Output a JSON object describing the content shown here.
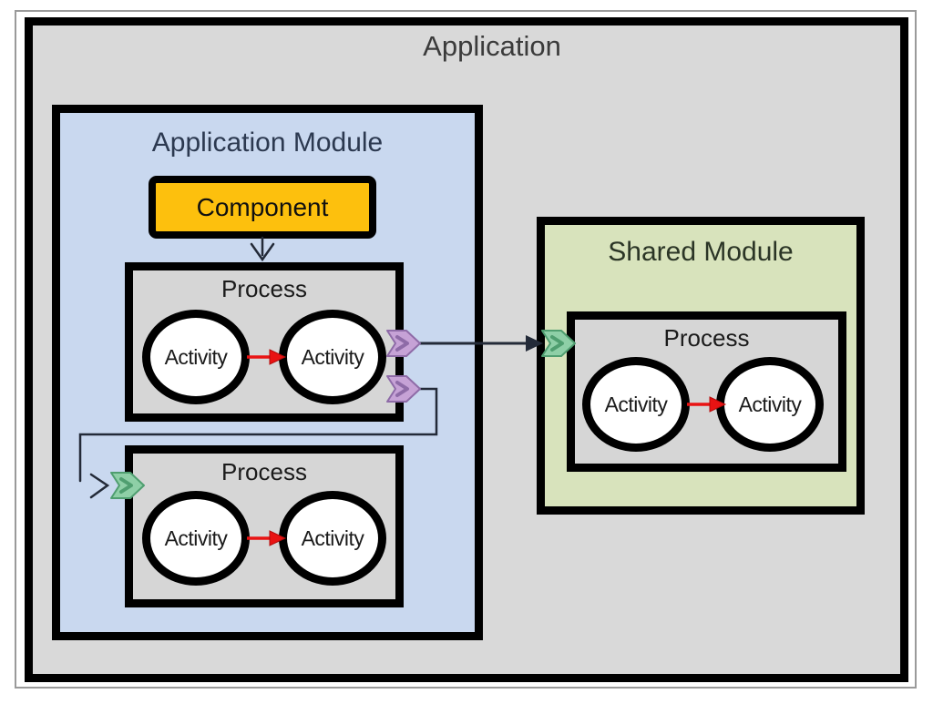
{
  "application": {
    "title": "Application"
  },
  "application_module": {
    "title": "Application Module",
    "component_label": "Component",
    "processes": [
      {
        "title": "Process",
        "activities": [
          "Activity",
          "Activity"
        ]
      },
      {
        "title": "Process",
        "activities": [
          "Activity",
          "Activity"
        ]
      }
    ]
  },
  "shared_module": {
    "title": "Shared Module",
    "process": {
      "title": "Process",
      "activities": [
        "Activity",
        "Activity"
      ]
    }
  },
  "icons": {
    "output_port": "chevron-right-badge-purple",
    "input_port": "chevron-right-badge-green",
    "flow_arrow": "solid-red-arrow-right",
    "link_arrow": "solid-black-arrow-right",
    "trigger_arrow": "open-black-arrow"
  },
  "colors": {
    "ink": "#000000",
    "frame_gray": "#9a9a9a",
    "app_bg": "#d9d9d9",
    "process_bg": "#d6d6d6",
    "module_bg": "#c9d8ef",
    "shared_bg": "#d8e3bc",
    "component_bg": "#fdc00d",
    "flow_red": "#e91313",
    "flow_red_dark": "#b40b0b",
    "connector": "#232a38",
    "chevron_purple": "#c6a2d6",
    "chevron_purple_dark": "#8e6ba7",
    "chevron_green": "#8ecfa7",
    "chevron_green_dark": "#4f9e70",
    "title_gray": "#3b3b3b",
    "module_title": "#2c3950",
    "shared_title": "#2b3526",
    "text_dark": "#1b1b1b"
  }
}
